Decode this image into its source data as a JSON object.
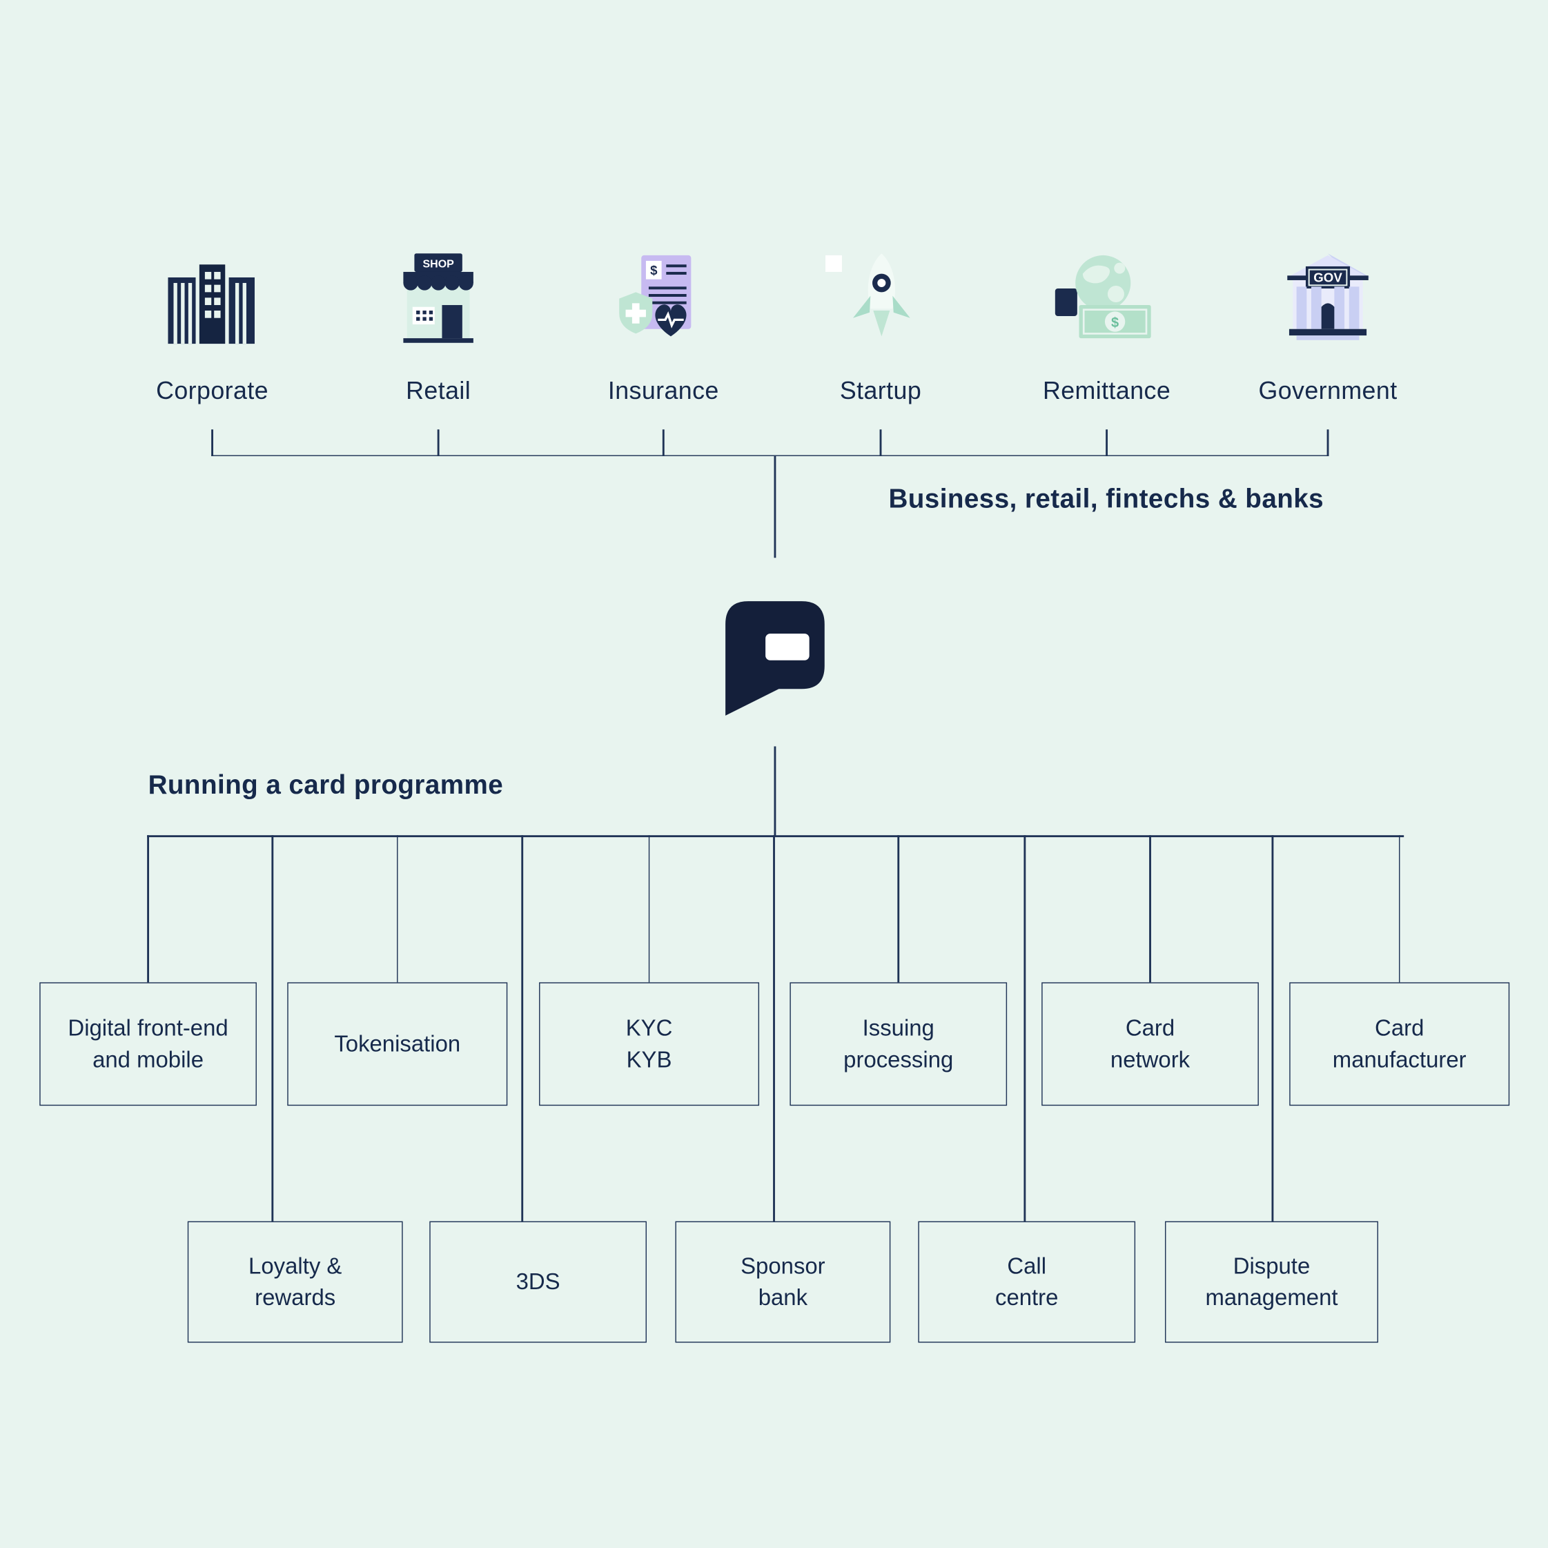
{
  "colors": {
    "background": "#e8f4ef",
    "ink": "#16294b",
    "line": "#1f3356",
    "icon_navy": "#1b2b4d",
    "mint": "#bfe5d3",
    "mint_light": "#e2f3ea",
    "lavender": "#c7baf1",
    "periwinkle": "#cdd3f5",
    "logo_navy": "#141f3a"
  },
  "glyphs": {
    "dollar": "$"
  },
  "sectors": {
    "caption": "Business, retail, fintechs & banks",
    "shop_sign": "SHOP",
    "gov_sign": "GOV",
    "items": [
      {
        "label": "Corporate",
        "icon": "corporate-buildings-icon"
      },
      {
        "label": "Retail",
        "icon": "retail-shop-icon"
      },
      {
        "label": "Insurance",
        "icon": "insurance-policy-icon"
      },
      {
        "label": "Startup",
        "icon": "startup-rocket-icon"
      },
      {
        "label": "Remittance",
        "icon": "remittance-money-globe-icon"
      },
      {
        "label": "Government",
        "icon": "government-building-icon"
      }
    ]
  },
  "logo": {
    "name": "pomelo-chat-bubble-logo"
  },
  "programme": {
    "heading": "Running a card programme",
    "top_row": [
      "Digital front-end\nand mobile",
      "Tokenisation",
      "KYC\nKYB",
      "Issuing\nprocessing",
      "Card\nnetwork",
      "Card\nmanufacturer"
    ],
    "bottom_row": [
      "Loyalty &\nrewards",
      "3DS",
      "Sponsor\nbank",
      "Call\ncentre",
      "Dispute\nmanagement"
    ]
  }
}
